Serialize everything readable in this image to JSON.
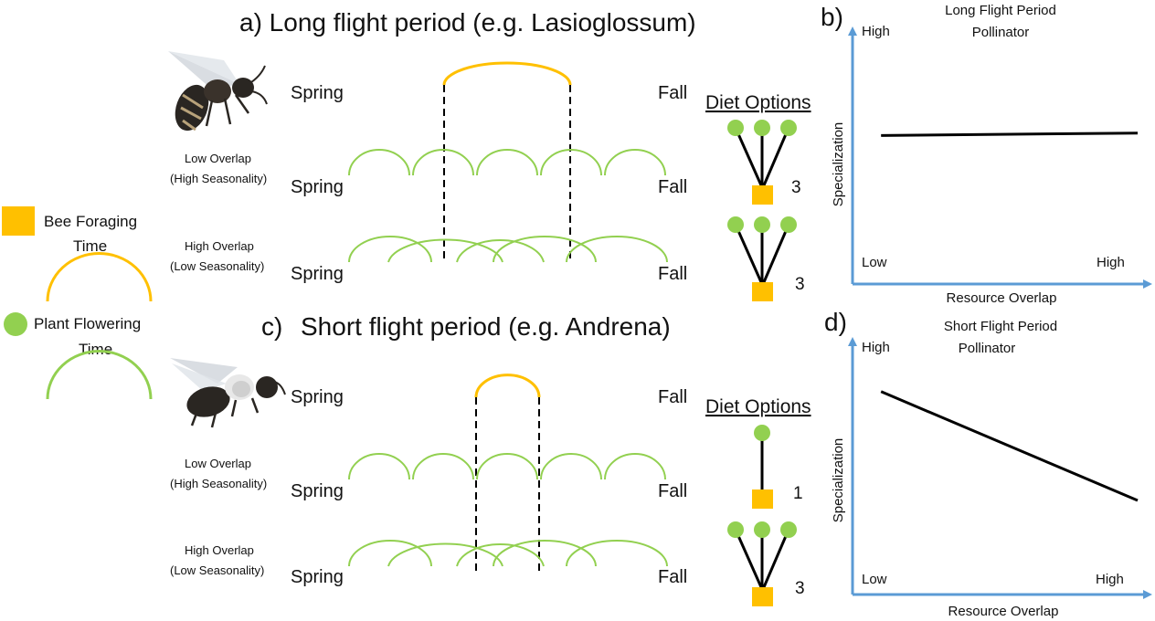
{
  "colors": {
    "bee": "#FFC000",
    "plant": "#92D050",
    "axis": "#5B9BD5",
    "line": "#000000"
  },
  "panel_a": {
    "title": "a) Long flight period (e.g. Lasioglossum)",
    "spring": "Spring",
    "fall": "Fall",
    "low_overlap": [
      "Low Overlap",
      "(High Seasonality)"
    ],
    "high_overlap": [
      "High Overlap",
      "(Low Seasonality)"
    ],
    "diet_header": "Diet Options",
    "diet_low_count": "3",
    "diet_high_count": "3"
  },
  "panel_c": {
    "title_letter": "c)",
    "title": "Short flight period (e.g. Andrena)",
    "spring": "Spring",
    "fall": "Fall",
    "low_overlap": [
      "Low Overlap",
      "(High Seasonality)"
    ],
    "high_overlap": [
      "High Overlap",
      "(Low Seasonality)"
    ],
    "diet_header": "Diet Options",
    "diet_low_count": "1",
    "diet_high_count": "3"
  },
  "legend": {
    "bee_label": [
      "Bee Foraging",
      "Time"
    ],
    "plant_label": [
      "Plant Flowering",
      "Time"
    ]
  },
  "chart_data": [
    {
      "type": "line",
      "panel_letter": "b)",
      "title": "Long Flight Period Pollinator",
      "title_lines": [
        "Long Flight Period",
        "Pollinator"
      ],
      "xlabel": "Resource Overlap",
      "ylabel": "Specialization",
      "x_ticks": [
        "Low",
        "High"
      ],
      "y_ticks": [
        "High"
      ],
      "series": [
        {
          "x": [
            0.1,
            1.0
          ],
          "y": [
            0.6,
            0.61
          ]
        }
      ]
    },
    {
      "type": "line",
      "panel_letter": "d)",
      "title": "Short Flight Period Pollinator",
      "title_lines": [
        "Short Flight Period",
        "Pollinator"
      ],
      "xlabel": "Resource Overlap",
      "ylabel": "Specialization",
      "x_ticks": [
        "Low",
        "High"
      ],
      "y_ticks": [
        "High"
      ],
      "series": [
        {
          "x": [
            0.1,
            1.0
          ],
          "y": [
            0.82,
            0.38
          ]
        }
      ]
    }
  ]
}
